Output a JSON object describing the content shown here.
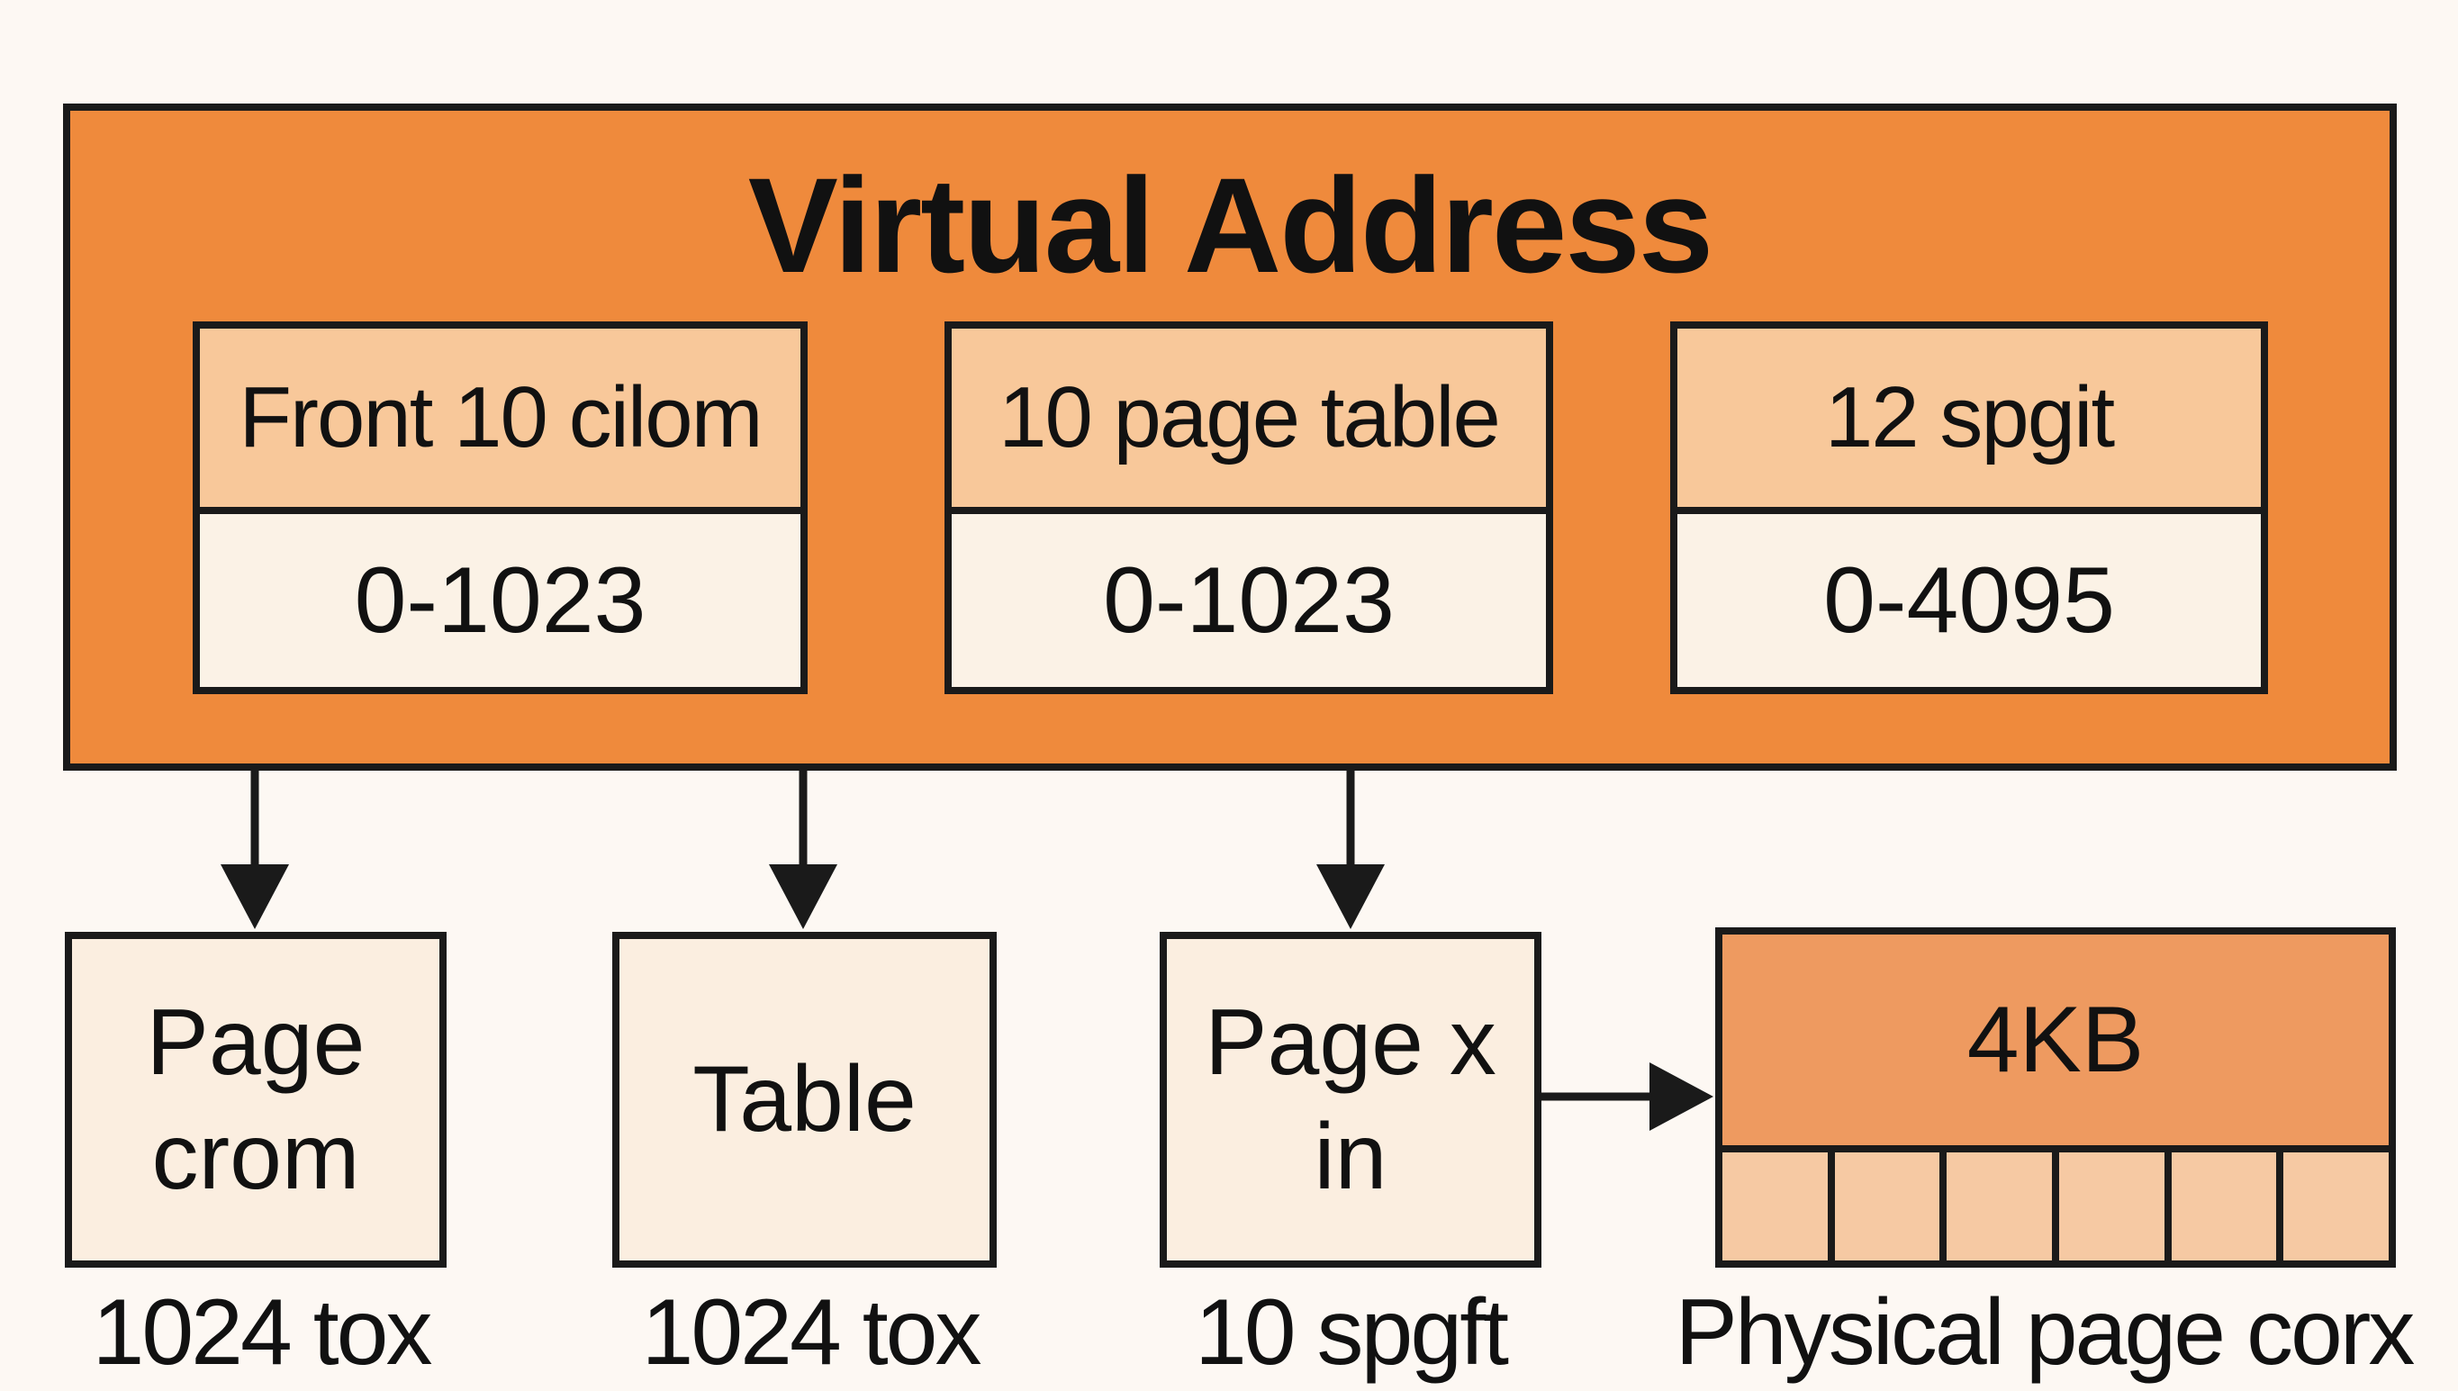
{
  "colors": {
    "background": "#fdf8f3",
    "virtual_address_fill": "#ef8a3c",
    "field_label_fill": "#f8c89a",
    "field_value_fill": "#fbf2e6",
    "box_fill": "#fbeee0",
    "physical_page_fill": "#ee9a60",
    "physical_cell_fill": "#f6c9a3",
    "stroke": "#1a1a1a"
  },
  "virtual_address": {
    "title": "Virtual Address",
    "fields": [
      {
        "label": "Front 10 cilom",
        "range": "0-1023"
      },
      {
        "label": "10 page table",
        "range": "0-1023"
      },
      {
        "label": "12 spgit",
        "range": "0-4095"
      }
    ]
  },
  "bottom_boxes": [
    {
      "lines": [
        "Page",
        "crom"
      ],
      "caption": "1024 tox"
    },
    {
      "lines": [
        "Table"
      ],
      "caption": "1024 tox"
    },
    {
      "lines": [
        "Page x",
        "in"
      ],
      "caption": "10 spgft"
    }
  ],
  "physical_page": {
    "label": "4KB",
    "caption": "Physical page corx",
    "cell_count": 6
  }
}
